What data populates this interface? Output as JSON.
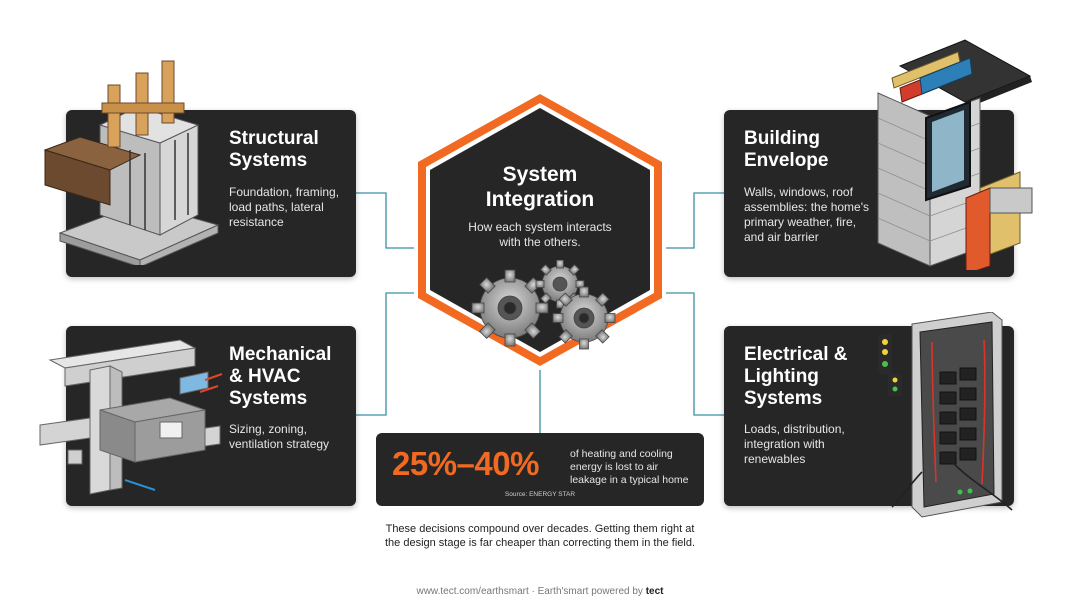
{
  "center": {
    "title": "System\nIntegration",
    "subtitle": "How each system interacts\nwith the others.",
    "icon": "gears-icon"
  },
  "cards": {
    "structural": {
      "title": "Structural\nSystems",
      "description": "Foundation, framing,\nload paths, lateral\nresistance",
      "icon": "foundation-framing-illustration"
    },
    "envelope": {
      "title": "Building\nEnvelope",
      "description": "Walls, windows, roof\nassemblies: the home's\nprimary weather, fire,\nand air barrier",
      "icon": "wall-assembly-illustration"
    },
    "mechanical": {
      "title": "Mechanical\n& HVAC\nSystems",
      "description": "Sizing, zoning,\nventilation strategy",
      "icon": "hvac-ductwork-illustration"
    },
    "electrical": {
      "title": "Electrical &\nLighting\nSystems",
      "description": "Loads, distribution,\nintegration with\nrenewables",
      "icon": "electrical-panel-illustration"
    }
  },
  "stat": {
    "value": "25%–40%",
    "description": "of heating and cooling\nenergy is lost to air\nleakage in a typical home",
    "source": "Source: ENERGY STAR"
  },
  "footnote": "These decisions compound over decades. Getting them right at\nthe design stage is far cheaper than correcting them in the field.",
  "footer": {
    "prefix": "www.tect.com/earthsmart · Earth'smart powered by ",
    "brand": "tect"
  },
  "colors": {
    "accent": "#f26a21",
    "card_bg": "#262626",
    "connector": "#3a8fa3"
  }
}
